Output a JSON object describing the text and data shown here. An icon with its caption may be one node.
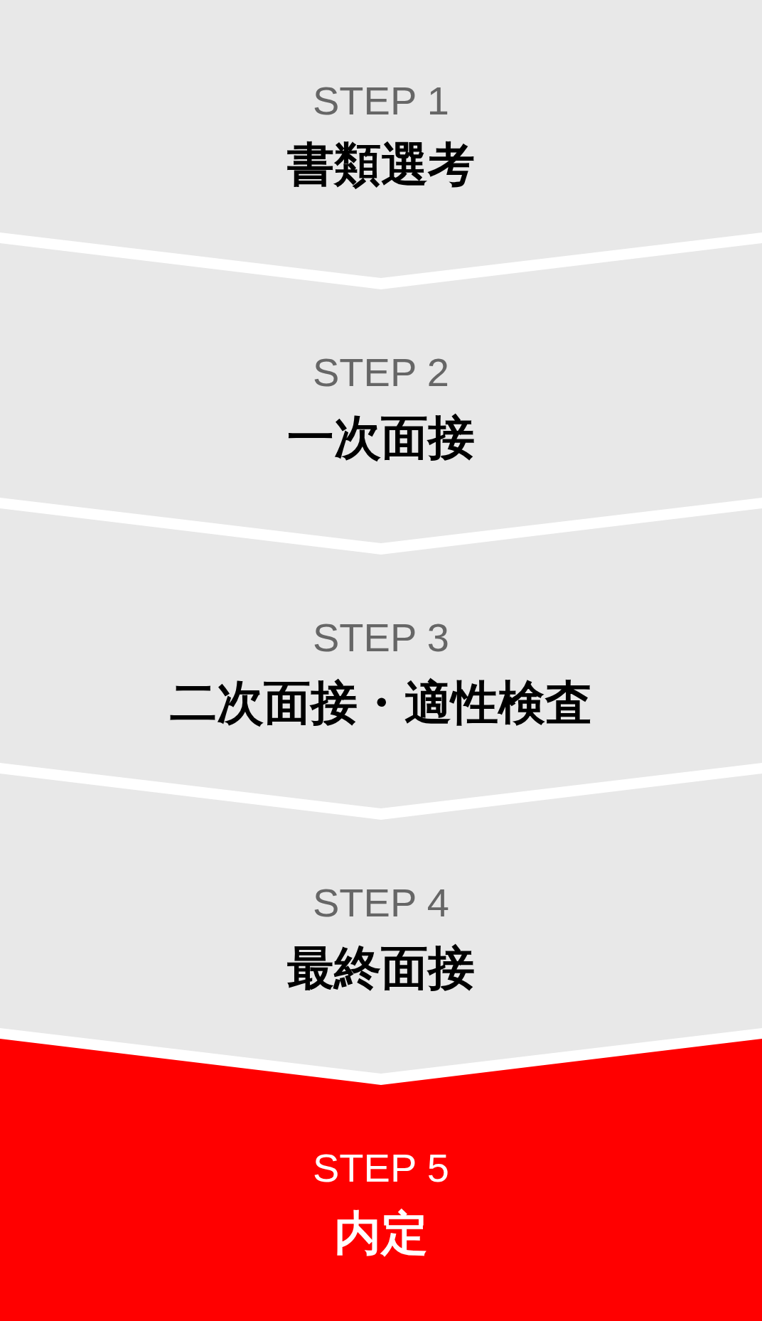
{
  "diagram": {
    "nodes": [
      {
        "text": [
          "STEP 1",
          "書類選考"
        ]
      },
      {
        "text": [
          "STEP 2",
          "一次面接"
        ]
      },
      {
        "text": [
          "STEP 3",
          "二次面接・適性検査"
        ]
      },
      {
        "text": [
          "STEP 4",
          "最終面接"
        ]
      },
      {
        "text": [
          "STEP 5",
          "内定"
        ]
      }
    ]
  }
}
